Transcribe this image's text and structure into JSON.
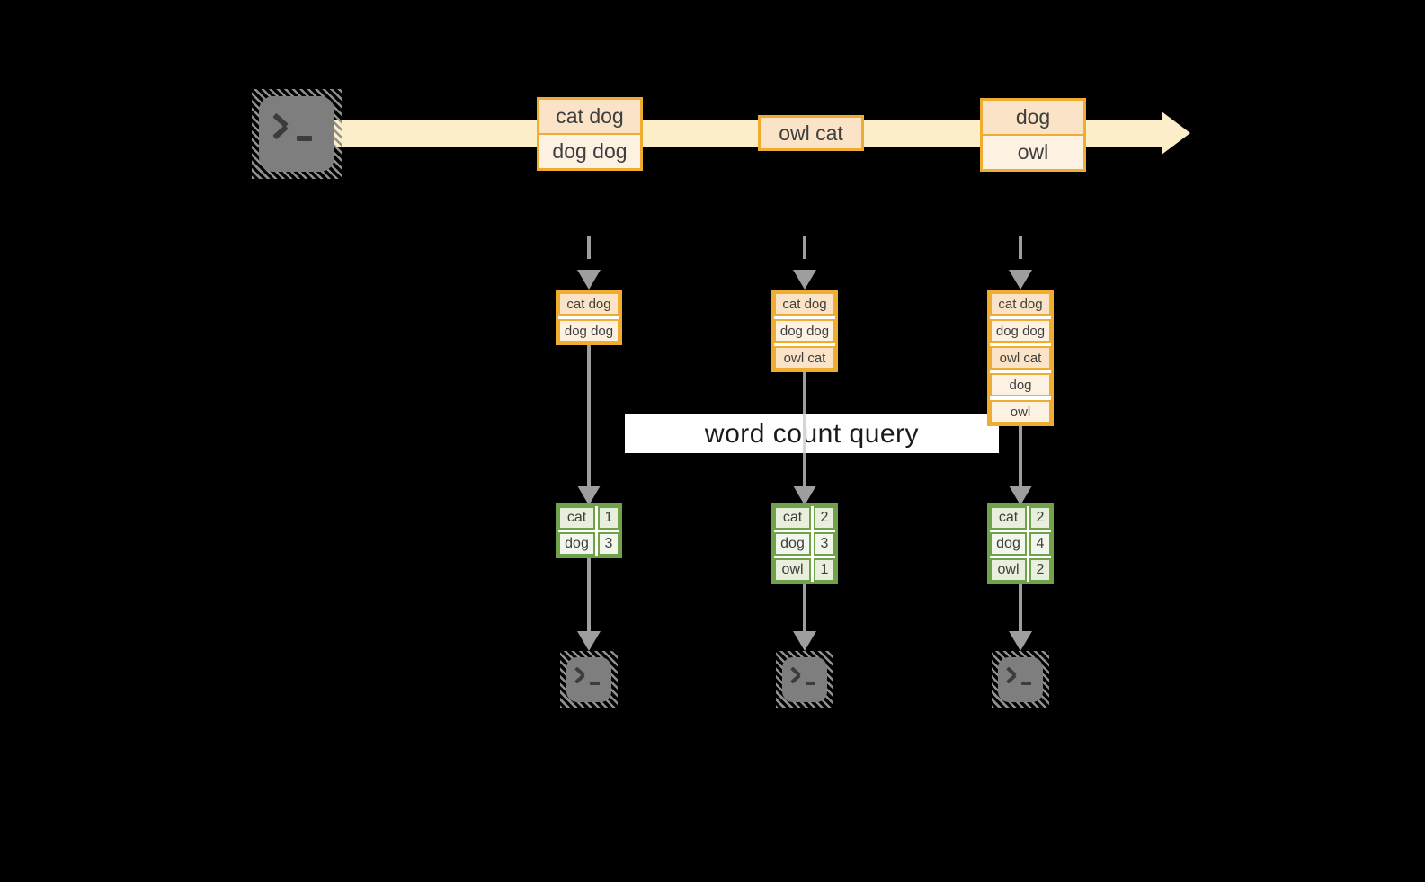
{
  "banner": {
    "label": "word count query"
  },
  "icons": {
    "stream_source": "terminal-icon",
    "output_sink": "terminal-icon",
    "stream_arrow": "right-arrowhead-icon",
    "flow_arrow": "down-arrowhead-icon"
  },
  "stream_boxes": [
    {
      "rows": [
        {
          "text": "cat dog"
        },
        {
          "text": "dog dog"
        }
      ]
    },
    {
      "rows": [
        {
          "text": "owl cat"
        }
      ]
    },
    {
      "rows": [
        {
          "text": "dog"
        },
        {
          "text": "owl"
        }
      ]
    }
  ],
  "stacks": [
    {
      "rows": [
        {
          "text": "cat dog"
        },
        {
          "text": "dog dog"
        }
      ]
    },
    {
      "rows": [
        {
          "text": "cat dog"
        },
        {
          "text": "dog dog"
        },
        {
          "text": "owl cat"
        }
      ]
    },
    {
      "rows": [
        {
          "text": "cat dog"
        },
        {
          "text": "dog dog"
        },
        {
          "text": "owl cat"
        },
        {
          "text": "dog"
        },
        {
          "text": "owl"
        }
      ]
    }
  ],
  "tables": [
    {
      "rows": [
        {
          "word": "cat",
          "count": "1"
        },
        {
          "word": "dog",
          "count": "3"
        }
      ]
    },
    {
      "rows": [
        {
          "word": "cat",
          "count": "2"
        },
        {
          "word": "dog",
          "count": "3"
        },
        {
          "word": "owl",
          "count": "1"
        }
      ]
    },
    {
      "rows": [
        {
          "word": "cat",
          "count": "2"
        },
        {
          "word": "dog",
          "count": "4"
        },
        {
          "word": "owl",
          "count": "2"
        }
      ]
    }
  ],
  "colors": {
    "background": "#000000",
    "band": "#FBEEC8",
    "peach": "#FAE3C6",
    "cream": "#FDF2E2",
    "gold": "#EEAC31",
    "green": "#6FA24A",
    "sage": "#E8EFDC",
    "sage_light": "#F3F6EC",
    "white": "#FFFFFF",
    "text_dark": "#3E3E3E",
    "banner_text": "#1A1A1A",
    "arrow_gray": "#9E9E9E",
    "arrow_light": "#D6D6D6",
    "terminal_fill": "#7E7E7E",
    "terminal_glyph": "#3C3C3C",
    "hatch": "#909090"
  }
}
